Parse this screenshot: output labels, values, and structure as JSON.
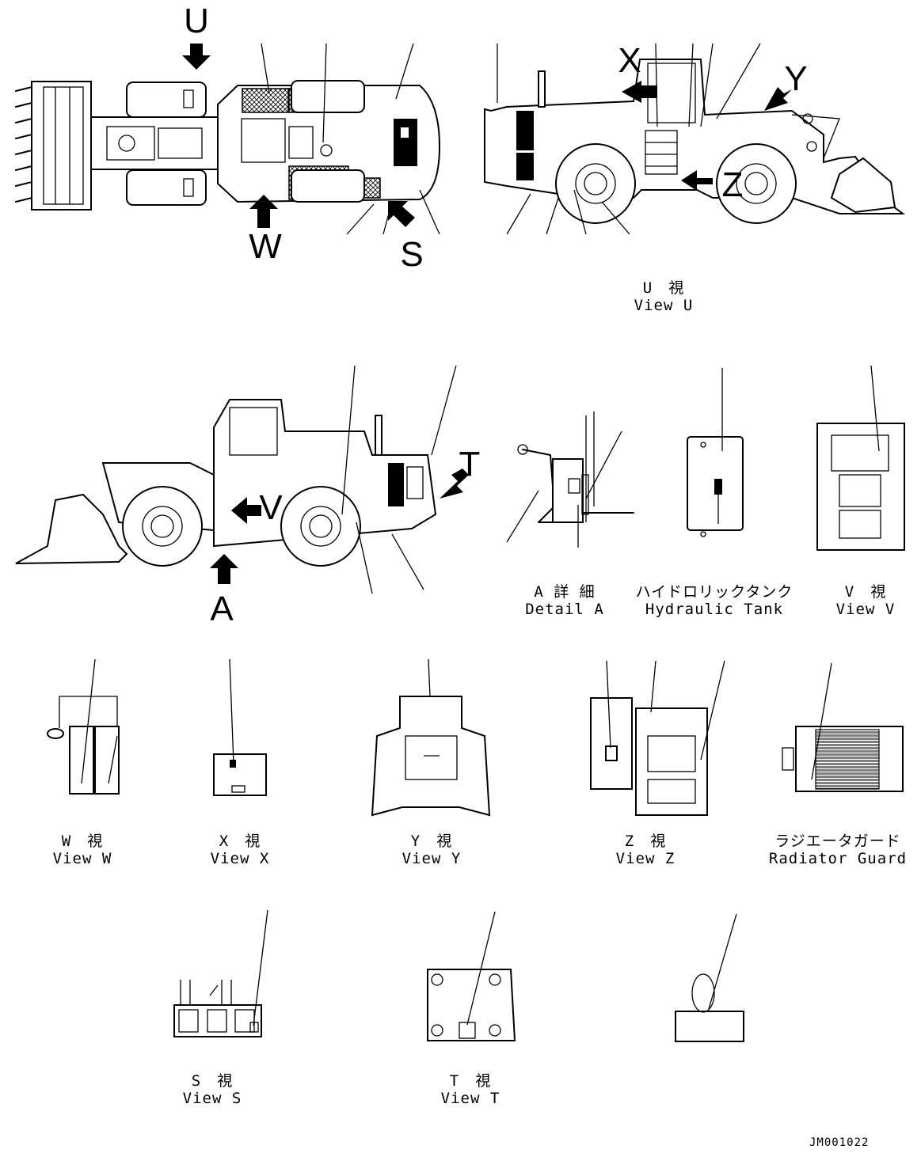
{
  "view_letters": {
    "U": "U",
    "W": "W",
    "S": "S",
    "X": "X",
    "Y": "Y",
    "Z": "Z",
    "T": "T",
    "V": "V",
    "A": "A"
  },
  "captions": {
    "view_u": {
      "jp": "U　視",
      "en": "View U"
    },
    "detail_a": {
      "jp": "A 詳 細",
      "en": "Detail A"
    },
    "hydraulic_tank": {
      "jp": "ハイドロリックタンク",
      "en": "Hydraulic Tank"
    },
    "view_v": {
      "jp": "V　視",
      "en": "View V"
    },
    "view_w": {
      "jp": "W　視",
      "en": "View W"
    },
    "view_x": {
      "jp": "X　視",
      "en": "View X"
    },
    "view_y": {
      "jp": "Y　視",
      "en": "View Y"
    },
    "view_z": {
      "jp": "Z　視",
      "en": "View Z"
    },
    "radiator_guard": {
      "jp": "ラジエータガード",
      "en": "Radiator Guard"
    },
    "view_s": {
      "jp": "S　視",
      "en": "View S"
    },
    "view_t": {
      "jp": "T　視",
      "en": "View T"
    }
  },
  "drawing_code": "JM001022",
  "icons": [
    "view-arrow-icon",
    "wheel-icon",
    "bucket-icon",
    "cab-icon",
    "exhaust-stack-icon"
  ]
}
